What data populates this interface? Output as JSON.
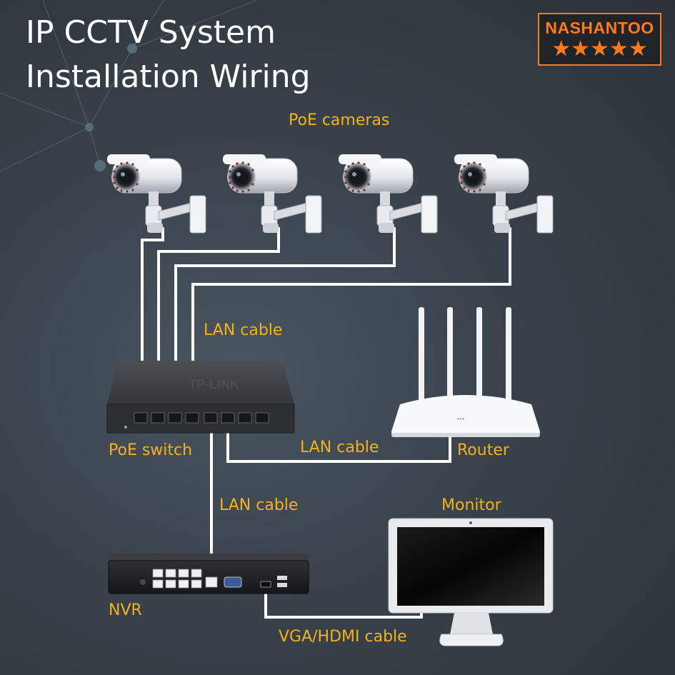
{
  "title": {
    "line1": "IP CCTV System",
    "line2": "Installation Wiring"
  },
  "brand": {
    "name": "NASHANTOO",
    "stars": "★★★★★",
    "color": "#ff7a1c"
  },
  "label_color": "#f3b21b",
  "labels": {
    "poe_cameras": "PoE cameras",
    "lan_cable_cameras": "LAN cable",
    "poe_switch": "PoE switch",
    "lan_cable_router": "LAN cable",
    "router": "Router",
    "lan_cable_nvr": "LAN cable",
    "monitor": "Monitor",
    "nvr": "NVR",
    "vga_hdmi_cable": "VGA/HDMI cable"
  },
  "devices": {
    "cameras": [
      {
        "name": "camera-1"
      },
      {
        "name": "camera-2"
      },
      {
        "name": "camera-3"
      },
      {
        "name": "camera-4"
      }
    ],
    "switch": {
      "brand_text": "TP-LINK"
    },
    "router": {
      "antenna_count": 4
    },
    "nvr": {},
    "monitor": {}
  }
}
